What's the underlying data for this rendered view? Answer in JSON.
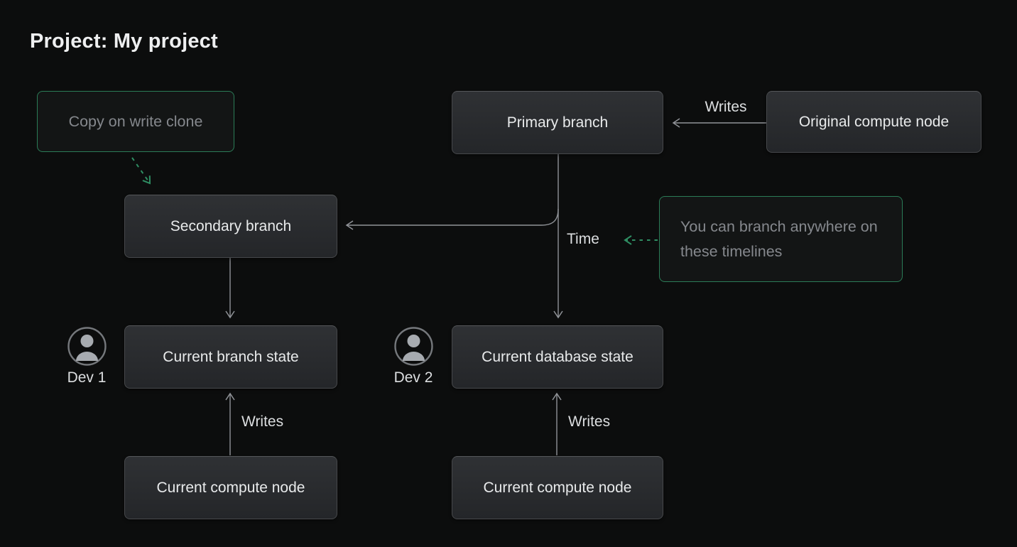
{
  "title": "Project: My project",
  "nodes": {
    "copy_clone": "Copy on write clone",
    "primary_branch": "Primary branch",
    "original_compute": "Original compute node",
    "secondary_branch": "Secondary branch",
    "note": "You can branch anywhere on these timelines",
    "current_branch_state": "Current branch state",
    "current_database_state": "Current database state",
    "compute_left": "Current compute node",
    "compute_right": "Current compute node"
  },
  "edge_labels": {
    "writes_top": "Writes",
    "writes_left": "Writes",
    "writes_right": "Writes",
    "time": "Time"
  },
  "devs": [
    {
      "label": "Dev 1"
    },
    {
      "label": "Dev 2"
    }
  ],
  "icons": {
    "avatar": "person-avatar-icon"
  },
  "colors": {
    "background": "#0c0d0d",
    "accent_green": "#2f8e63",
    "line_gray": "#909398",
    "node_text": "#e8eaeb",
    "muted_text": "#85888d"
  }
}
